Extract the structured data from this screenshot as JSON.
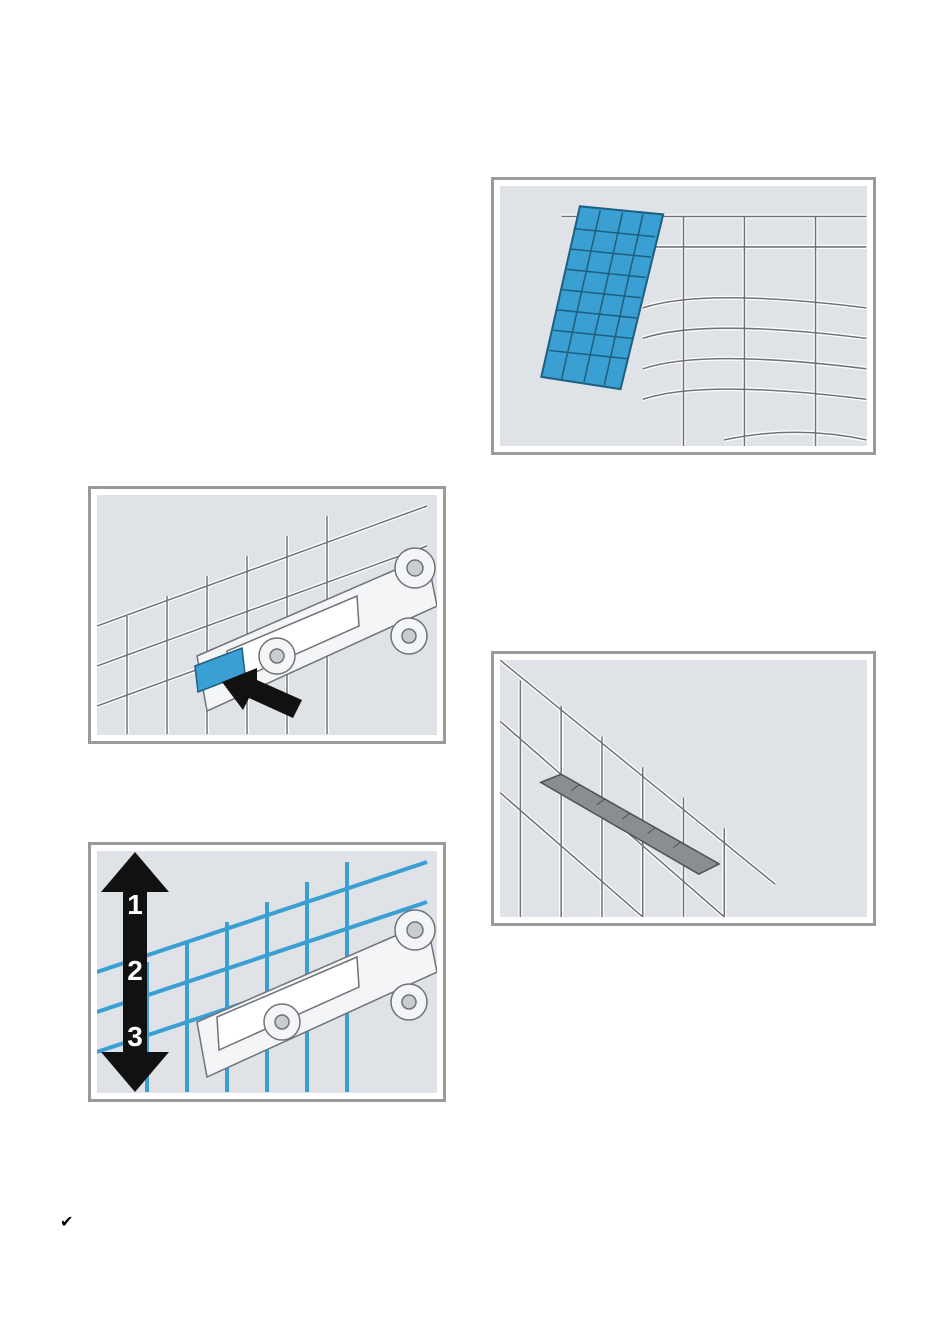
{
  "figures": {
    "height_adjust": {
      "step_labels": [
        "1",
        "2",
        "3"
      ]
    }
  },
  "checkmark": {
    "icon": "check-icon",
    "glyph": "✔"
  },
  "colors": {
    "accent_blue": "#3a9fd2",
    "panel_background": "#dfe2e7",
    "frame_border": "#9a9a9a"
  }
}
